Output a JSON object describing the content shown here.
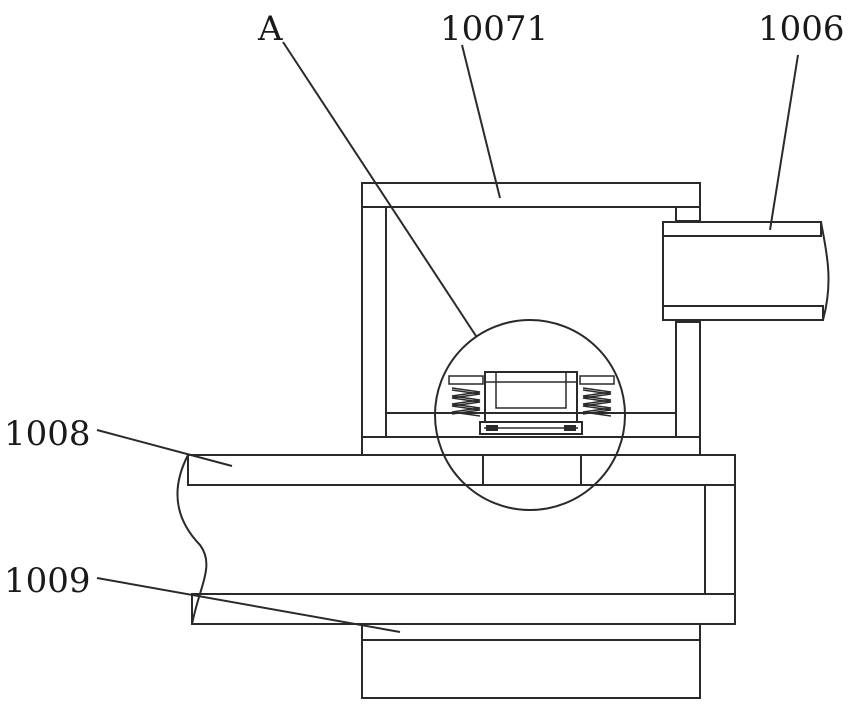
{
  "labels": {
    "detail": "A",
    "housing": "10071",
    "outlet_pipe": "1006",
    "main_pipe": "1008",
    "base": "1009"
  }
}
